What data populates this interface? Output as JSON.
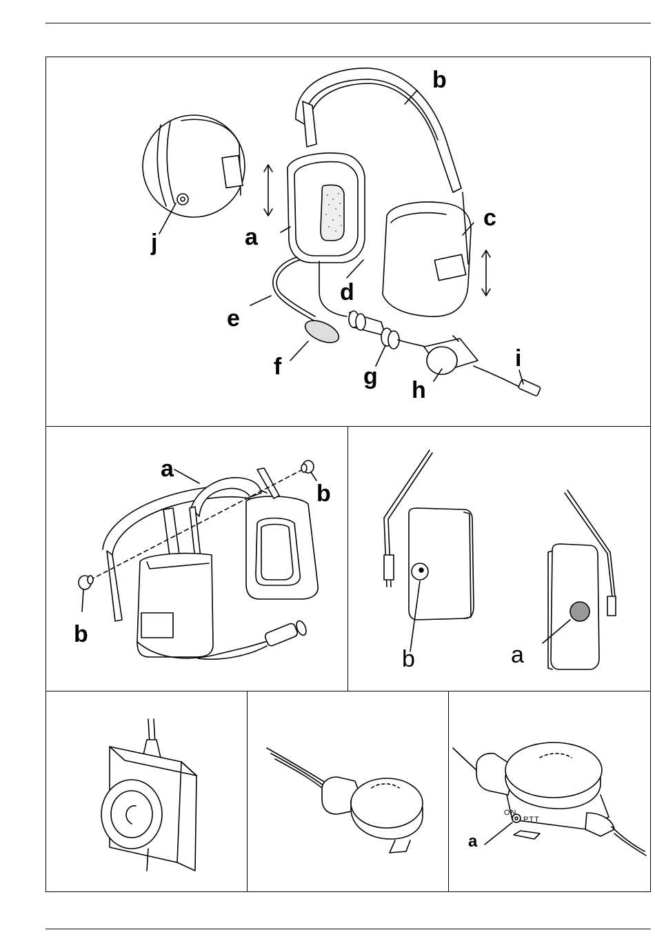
{
  "figure1": {
    "labels": {
      "a": "a",
      "b": "b",
      "c": "c",
      "d": "d",
      "e": "e",
      "f": "f",
      "g": "g",
      "h": "h",
      "i": "i",
      "j": "j"
    }
  },
  "figure2": {
    "labels": {
      "a": "a",
      "b_right": "b",
      "b_left": "b"
    }
  },
  "figure3": {
    "labels": {
      "b": "b",
      "a": "a"
    }
  },
  "figure6": {
    "labels": {
      "a": "a",
      "on": "ON",
      "ptt": "PTT"
    }
  }
}
